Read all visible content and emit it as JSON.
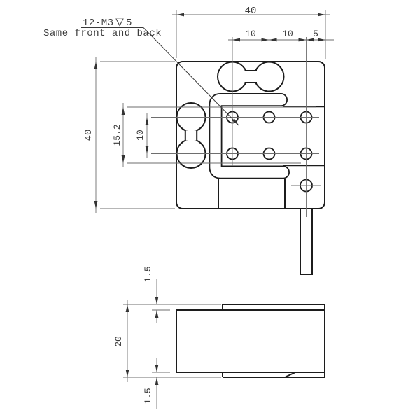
{
  "drawing": {
    "top_view": {
      "dim_total_width": "40",
      "dim_hole_col_1": "10",
      "dim_hole_col_2": "10",
      "dim_hole_col_edge": "5",
      "dim_total_height": "40",
      "dim_flexure_height": "15.2",
      "dim_hole_row_pitch": "10",
      "leader_thread_spec": "12-M3",
      "leader_thread_depth": "5",
      "leader_note": "Same front and back"
    },
    "side_view": {
      "dim_top_plate_thickness": "1.5",
      "dim_total_thickness": "20",
      "dim_bottom_plate_thickness": "1.5"
    },
    "colors": {
      "outline": "#1c1c1c",
      "thin_line": "#6e6e6e",
      "dim_text": "#3c3c3c",
      "background": "#ffffff"
    }
  }
}
